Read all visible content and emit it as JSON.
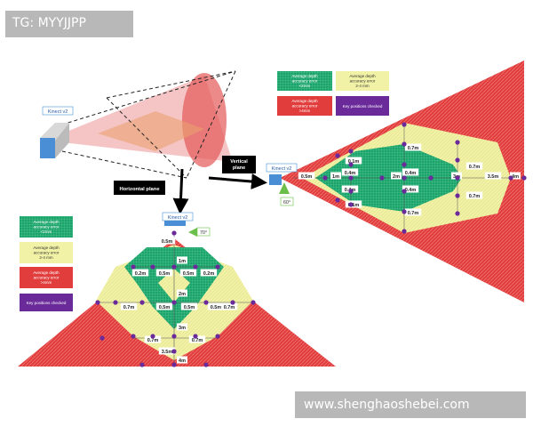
{
  "watermarks": {
    "top": "TG: MYYJJPP",
    "bottom": "www.shenghaoshebei.com"
  },
  "colors": {
    "green": "#1aa36a",
    "yellow": "#f0f0a0",
    "red": "#e23d3d",
    "purple": "#6a2a9a",
    "kinect_blue": "#4a8fd6",
    "black_label": "#000000"
  },
  "labels": {
    "kinect_small": "Kinect v2",
    "kinect_top": "Kinect v2",
    "kinect_right": "Kinect v2",
    "horizontal_plane": "Horizontal plane",
    "vertical_plane": "Vertical plane",
    "angle_top": "70°",
    "angle_right": "60°"
  },
  "legend_right": {
    "green": "Average depth accuracy error <2mm",
    "yellow": "Average depth accuracy error 2-4 mm",
    "red": "Average depth accuracy error >4mm",
    "purple": "Key positions checked"
  },
  "legend_left": {
    "green": "Average depth accuracy error <2mm",
    "yellow": "Average depth accuracy error 2-4 mm",
    "red": "Average depth accuracy error >4mm",
    "purple": "Key positions checked"
  },
  "horizontal_distances": [
    "0.5m",
    "1m",
    "0.2m",
    "0.5m",
    "0.5m",
    "0.2m",
    "2m",
    "0.7m",
    "0.5m",
    "0.5m",
    "0.5m",
    "0.7m",
    "3m",
    "0.7m",
    "0.7m",
    "3.5m",
    "4m"
  ],
  "vertical_distances": [
    "0.5m",
    "1m",
    "0.1m",
    "0.4m",
    "0.4m",
    "0.1m",
    "0.7m",
    "2m",
    "0.4m",
    "0.4m",
    "0.7m",
    "0.7m",
    "3m",
    "0.7m",
    "3.5m",
    "4m"
  ]
}
